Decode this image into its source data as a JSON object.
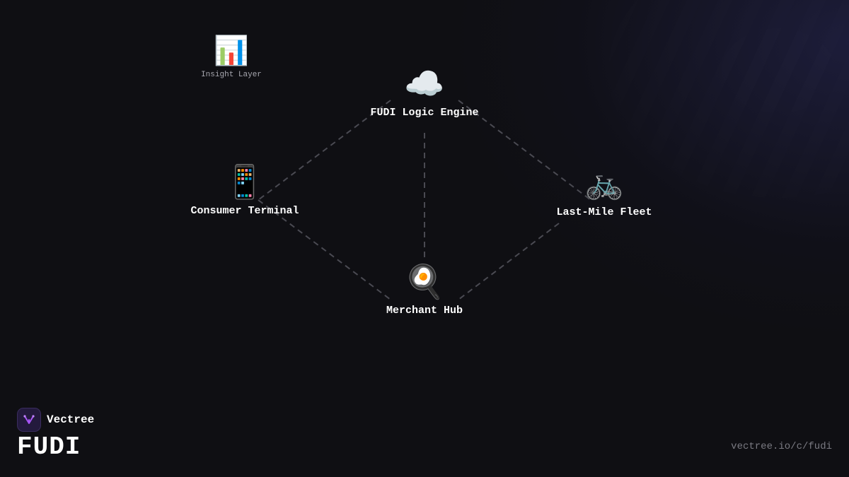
{
  "diagram": {
    "nodes": {
      "insight": {
        "label": "Insight Layer",
        "icon": "bar-chart-icon",
        "glyph": "📊"
      },
      "engine": {
        "label": "FUDI Logic Engine",
        "icon": "cloud-icon",
        "glyph": "☁️"
      },
      "consumer": {
        "label": "Consumer Terminal",
        "icon": "mobile-phone-icon",
        "glyph": "📱"
      },
      "fleet": {
        "label": "Last-Mile Fleet",
        "icon": "bicycle-icon",
        "glyph": "🚲"
      },
      "merchant": {
        "label": "Merchant Hub",
        "icon": "frying-pan-egg-icon",
        "glyph": "🍳"
      }
    },
    "edge_color": "#4a4a52"
  },
  "footer": {
    "brand_name": "Vectree",
    "product_name": "FUDI",
    "url": "vectree.io/c/fudi"
  },
  "colors": {
    "background": "#0f0f13",
    "brand_logo_bg": "#231a3d",
    "brand_logo_accent": "#a855f7"
  }
}
